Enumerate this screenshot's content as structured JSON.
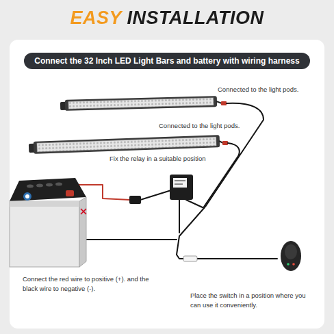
{
  "diagram": {
    "title": "EASY INSTALLATION",
    "nodes": [
      {
        "text": [
          "Connect the 32 Inch LED Light Bars and battery with wiring harness"
        ]
      }
    ],
    "labels": [
      "Connected to the light pods.",
      "Connected to the light pods.",
      "Fix the relay in a suitable position",
      "Connect the red wire to positive (+). and the black wire to negative (-).",
      "Place the switch in a position where you can use it conveniently."
    ]
  }
}
